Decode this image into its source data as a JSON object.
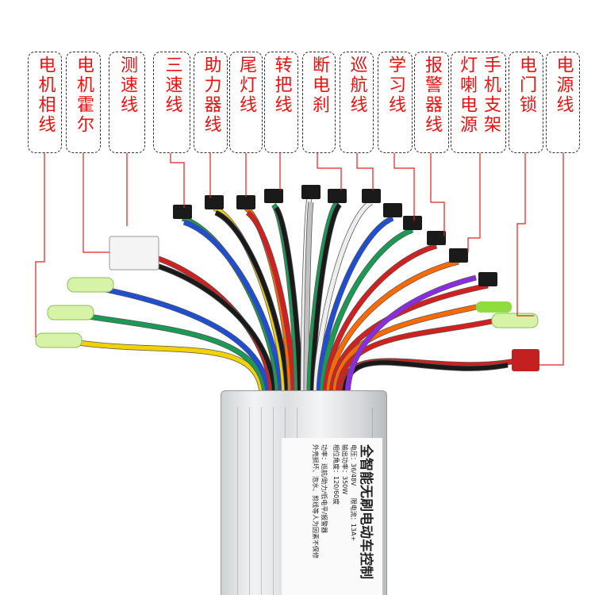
{
  "labels": [
    {
      "id": "motor-phase",
      "text": "电机相线"
    },
    {
      "id": "motor-hall",
      "text": "电机霍尔"
    },
    {
      "id": "speed-sensor",
      "text": "测速线"
    },
    {
      "id": "three-speed",
      "text": "三速线"
    },
    {
      "id": "assist",
      "text": "助力器线"
    },
    {
      "id": "tail-light",
      "text": "尾灯线"
    },
    {
      "id": "throttle",
      "text": "转把线"
    },
    {
      "id": "brake-cutoff",
      "text": "断电刹"
    },
    {
      "id": "cruise",
      "text": "巡航线"
    },
    {
      "id": "learn",
      "text": "学习线"
    },
    {
      "id": "alarm",
      "text": "报警器线"
    },
    {
      "id": "horn-light-power",
      "text": "灯喇电源",
      "text2": "手机支架"
    },
    {
      "id": "key-lock",
      "text": "电门锁"
    },
    {
      "id": "power",
      "text": "电源线"
    }
  ],
  "sticker": {
    "title": "全智能无刷电动车控制",
    "voltage": "电压：36/48V",
    "current_limit": "限电流：13A+",
    "power": "输出功率：350W",
    "phase_angle": "相位角度：120/60度",
    "functions": "功率：巡航/助力/低电平/报警器",
    "warranty": "外壳损坏、泡水、剪线等人为因素不保修"
  },
  "colors": {
    "label_text": "#f01010",
    "leader": "#e02020"
  }
}
